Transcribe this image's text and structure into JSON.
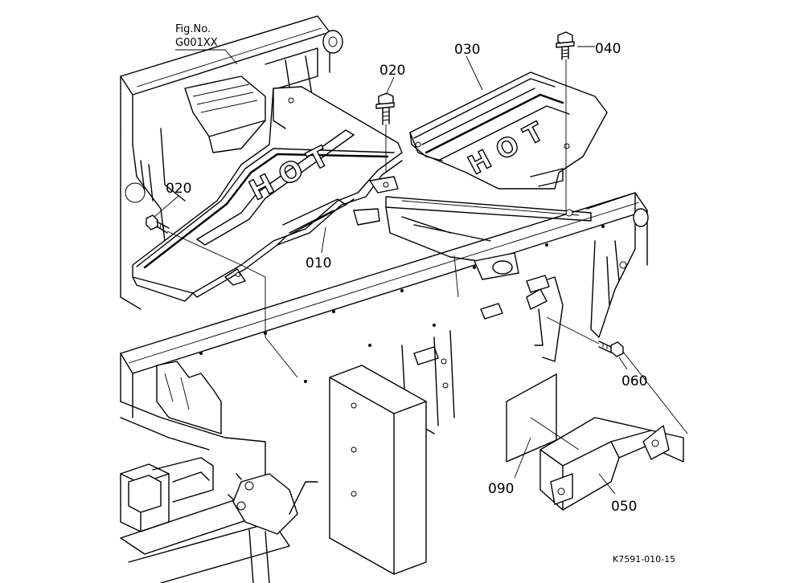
{
  "figure": {
    "fig_no_label": "Fig.No.",
    "fig_no_value": "G001XX",
    "drawing_code": "K7591-010-15"
  },
  "plate_text": "HOT",
  "callouts": {
    "c010": "010",
    "c020_top": "020",
    "c020_left": "020",
    "c030": "030",
    "c040": "040",
    "c050": "050",
    "c060": "060",
    "c090": "090"
  }
}
